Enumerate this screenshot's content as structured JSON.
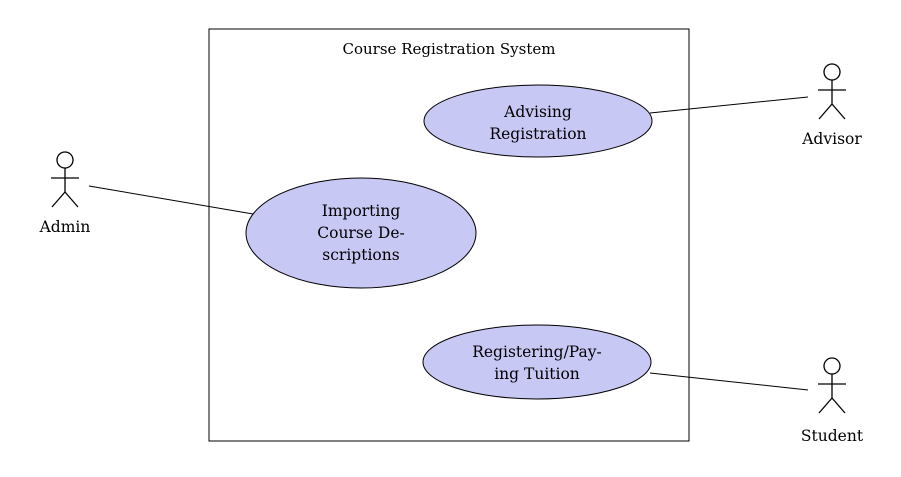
{
  "system": {
    "title": "Course Registration System"
  },
  "actors": {
    "admin": {
      "label": "Admin",
      "icon": "stick-figure-icon"
    },
    "advisor": {
      "label": "Advisor",
      "icon": "stick-figure-icon"
    },
    "student": {
      "label": "Student",
      "icon": "stick-figure-icon"
    }
  },
  "use_cases": {
    "advising": {
      "lines": [
        "Advising",
        "Registration"
      ]
    },
    "importing": {
      "lines": [
        "Importing",
        "Course De-",
        "scriptions"
      ]
    },
    "registering": {
      "lines": [
        "Registering/Pay-",
        "ing Tuition"
      ]
    }
  },
  "colors": {
    "use_case_fill": "#c8c8f5",
    "stroke": "#000000",
    "background": "#ffffff"
  }
}
